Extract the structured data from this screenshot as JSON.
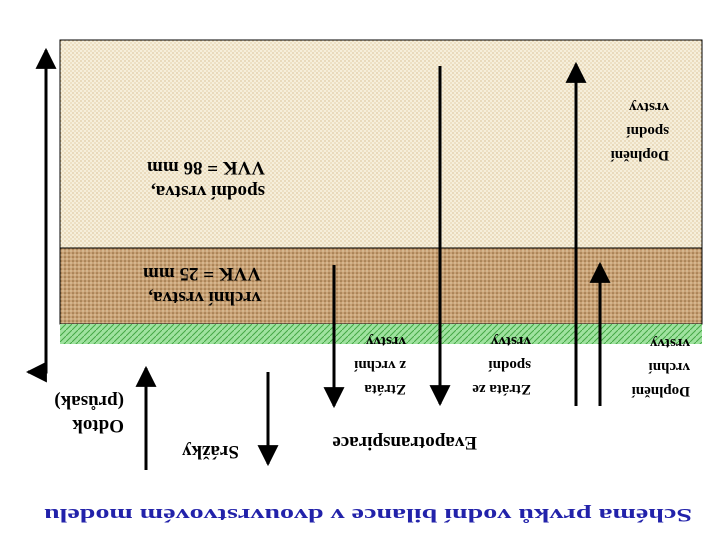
{
  "caption": "Schéma prvků vodní bilance v dvouvrstvovém modelu",
  "layers": {
    "lower": {
      "line1": "spodní vrstva,",
      "line2": "VVK = 86 mm"
    },
    "upper": {
      "line1": "vrchní vrstva,",
      "line2": "VVK = 25 mm"
    }
  },
  "fluxes": {
    "odtok": {
      "line1": "Odtok",
      "line2": "(průsak)"
    },
    "srazky": {
      "line1": "Srážky"
    },
    "evapo": {
      "line1": "Evapotranspirace"
    },
    "ztrata_vrchni": {
      "line1": "Ztráta",
      "line2": "z vrchní",
      "line3": "vrstvy"
    },
    "ztrata_spodni": {
      "line1": "Ztráta ze",
      "line2": "spodní",
      "line3": "vrstvy"
    },
    "doplneni_vrchni": {
      "line1": "Doplnění",
      "line2": "vrchní",
      "line3": "vrstvy"
    },
    "doplneni_spodni": {
      "line1": "Doplnění",
      "line2": "spodní",
      "line3": "vrstvy"
    }
  },
  "colors": {
    "lower_layer": "#f6efdb",
    "upper_layer": "#c9a277",
    "grass": "#8fdc8f",
    "caption": "#2222aa",
    "arrows": "#000000"
  }
}
